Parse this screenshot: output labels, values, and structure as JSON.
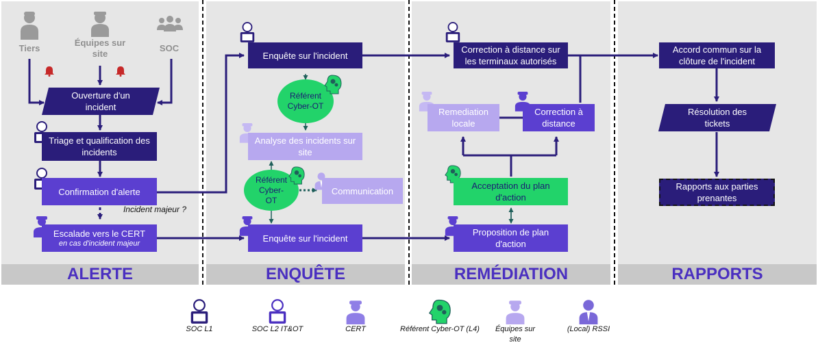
{
  "phases": {
    "alerte": "ALERTE",
    "enquete": "ENQUÊTE",
    "remediation": "REMÉDIATION",
    "rapports": "RAPPORTS"
  },
  "sources": {
    "tiers": "Tiers",
    "equipes": "Équipes sur site",
    "soc": "SOC"
  },
  "alerte": {
    "ouverture": "Ouverture d'un incident",
    "triage": "Triage et qualification des incidents",
    "confirmation": "Confirmation d'alerte",
    "question": "Incident majeur ?",
    "escalade": "Escalade vers le CERT",
    "escalade_sub": "en cas d'incident majeur"
  },
  "enquete": {
    "enquete_top": "Enquête sur l'incident",
    "referent_top": "Référent Cyber-OT",
    "analyse": "Analyse des incidents sur site",
    "referent_bottom": "Référent Cyber-OT",
    "communication": "Communication",
    "enquete_bottom": "Enquête sur l'incident"
  },
  "remediation": {
    "correction_autorisee": "Correction à distance sur les terminaux autorisés",
    "remediation_locale": "Remediation locale",
    "correction_distance": "Correction à distance",
    "acceptation": "Acceptation du plan d'action",
    "proposition": "Proposition de plan d'action"
  },
  "rapports": {
    "accord": "Accord commun sur la clôture de l'incident",
    "resolution": "Résolution des tickets",
    "rapports_parties": "Rapports aux parties prenantes"
  },
  "legend": [
    {
      "label": "SOC L1",
      "icon": "soc-l1-icon"
    },
    {
      "label": "SOC L2 IT&OT",
      "icon": "soc-l2-icon"
    },
    {
      "label": "CERT",
      "icon": "cert-icon"
    },
    {
      "label": "Référent Cyber-OT (L4)",
      "icon": "referent-icon"
    },
    {
      "label": "Équipes sur site",
      "icon": "equipes-icon"
    },
    {
      "label": "(Local) RSSI",
      "icon": "rssi-icon"
    }
  ],
  "colors": {
    "dark": "#2a1d7a",
    "mid": "#5b3fd0",
    "light": "#b7a8ef",
    "green": "#22d36a",
    "heading": "#4a2fc0"
  }
}
